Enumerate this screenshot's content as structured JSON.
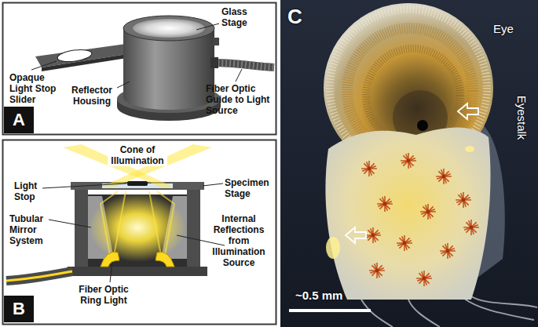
{
  "diagram": {
    "nodes": [
      {
        "text": [
          "A"
        ]
      },
      {
        "text": [
          "B"
        ]
      }
    ],
    "labels": [
      "Glass Stage",
      "Opaque Light Stop Slider",
      "Reflector Housing",
      "Fiber Optic Guide to Light Source",
      "Cone of Illumination",
      "Light Stop",
      "Specimen Stage",
      "Tubular Mirror System",
      "Internal Reflections from Illumination Source",
      "Fiber Optic Ring Light",
      "C",
      "Eye",
      "Eyestalk",
      "~0.5 mm"
    ]
  }
}
